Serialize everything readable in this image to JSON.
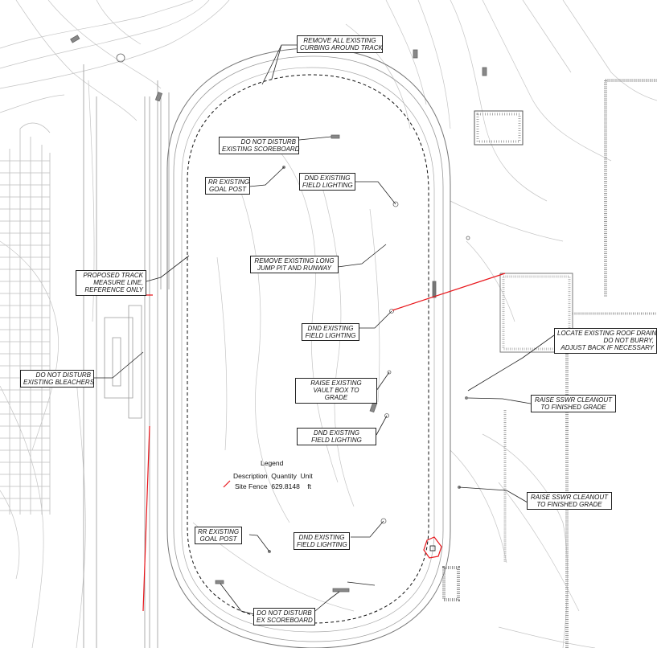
{
  "notes": {
    "remove_curbing": "REMOVE ALL EXISTING\nCURBING AROUND TRACK",
    "scoreboard_top": "DO NOT DISTURB\nEXISTING SCOREBOARD",
    "goal_post_top": "RR EXISTING\nGOAL POST",
    "field_lighting_1": "DND EXISTING\nFIELD LIGHTING",
    "long_jump": "REMOVE EXISTING LONG\nJUMP PIT AND RUNWAY",
    "measure_line": "PROPOSED TRACK\nMEASURE LINE,\nREFERENCE ONLY",
    "field_lighting_2": "DND EXISTING\nFIELD LIGHTING",
    "roof_drain": "LOCATE EXISTING ROOF DRAIN,\nDO NOT BURRY,\nADJUST BACK IF NECESSARY",
    "bleachers": "DO NOT DISTURB\nEXISTING BLEACHERS",
    "vault_box": "RAISE EXISTING\nVAULT BOX TO\nGRADE",
    "sswr_1": "RAISE SSWR CLEANOUT\nTO FINISHED GRADE",
    "field_lighting_3": "DND EXISTING\nFIELD LIGHTING",
    "sswr_2": "RAISE SSWR CLEANOUT\nTO FINISHED GRADE",
    "goal_post_bottom": "RR EXISTING\nGOAL POST",
    "field_lighting_4": "DND EXISTING\nFIELD LIGHTING",
    "scoreboard_bottom": "DO NOT DISTURB\nEX SCOREBOARD"
  },
  "legend": {
    "title": "Legend",
    "header": "Description  Quantity  Unit",
    "row": "Site Fence  629.8148    ft"
  },
  "colors": {
    "fence": "#e8161b",
    "linework": "#b7b7b7",
    "dark": "#222222"
  }
}
